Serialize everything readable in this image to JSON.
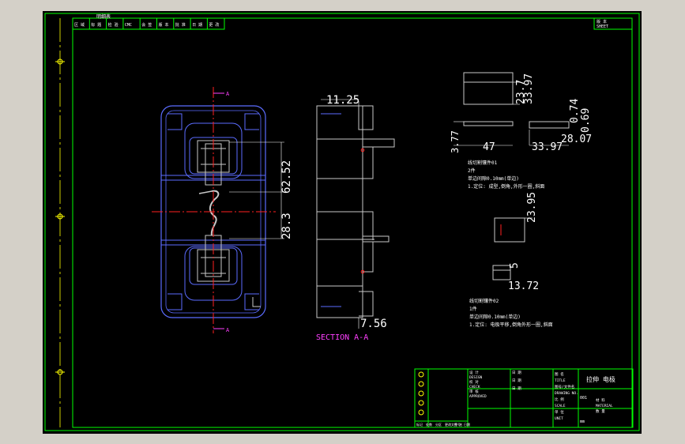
{
  "app": {
    "background": "#d4d0c8",
    "viewport_bg": "#000000"
  },
  "colors": {
    "border": "#00ff00",
    "geometry": "#5b6cff",
    "outline": "#c8c8c8",
    "center": "#ff2020",
    "dim": "#ffffff",
    "section": "#ff40ff",
    "note": "#ffffff",
    "marker": "#ffff00"
  },
  "top_table": {
    "title": "明细表",
    "headers": [
      "区 域",
      "标 题",
      "检 验",
      "CMC",
      "会 签",
      "版 本",
      "批 准",
      "日 期",
      "更 改"
    ]
  },
  "top_right_box": {
    "line1": "版 本",
    "line2": "SHEET"
  },
  "section_markers": {
    "top": "A",
    "bottom": "A"
  },
  "dimensions": {
    "front_upper": "62.52",
    "front_lower": "28.3",
    "side_top": "11.25",
    "side_bottom": "7.56",
    "part1_width": "47",
    "part1_height": "3.77",
    "part1_block_h1": "23.7",
    "part1_block_h2": "33.97",
    "part2_width": "33.97",
    "part2_side": "28.07",
    "part2_t1": "0.74",
    "part2_t2": "0.69",
    "part3_height": "23.95",
    "part4_height": "5",
    "part4_width": "13.72"
  },
  "section_label": "SECTION A-A",
  "notes": {
    "block1": {
      "title": "线切割镶件01",
      "qty": "2件",
      "line1": "单边间隙0.10mm(单边)",
      "line2": "1.定位: 成型,倒角,外形一圈,斜面"
    },
    "block2": {
      "title": "线切割镶件02",
      "qty": "1件",
      "line1": "单边间隙0.10mm(单边)",
      "line2": "1.定位: 电极平移,倒角外形一圈,斜面"
    }
  },
  "title_block": {
    "drawing_name": "拉伸 电极",
    "col_a": [
      "设 计",
      "DESIGN",
      "校 对",
      "CHECK",
      "审 核",
      "APPROVED"
    ],
    "col_b": [
      "日 期",
      "日 期",
      "日 期"
    ],
    "col_c": [
      "图 名",
      "TITLE",
      "图号/文件名",
      "DRAWING NO.",
      "比 例",
      "SCALE",
      "单 位",
      "UNIT"
    ],
    "col_d": [
      "材 料",
      "MATERIAL",
      "数 量"
    ],
    "code": "001",
    "unit_val": "mm",
    "bottom_row": [
      "标记",
      "处数",
      "分区",
      "更改文件号",
      "签 名",
      "日期"
    ]
  }
}
